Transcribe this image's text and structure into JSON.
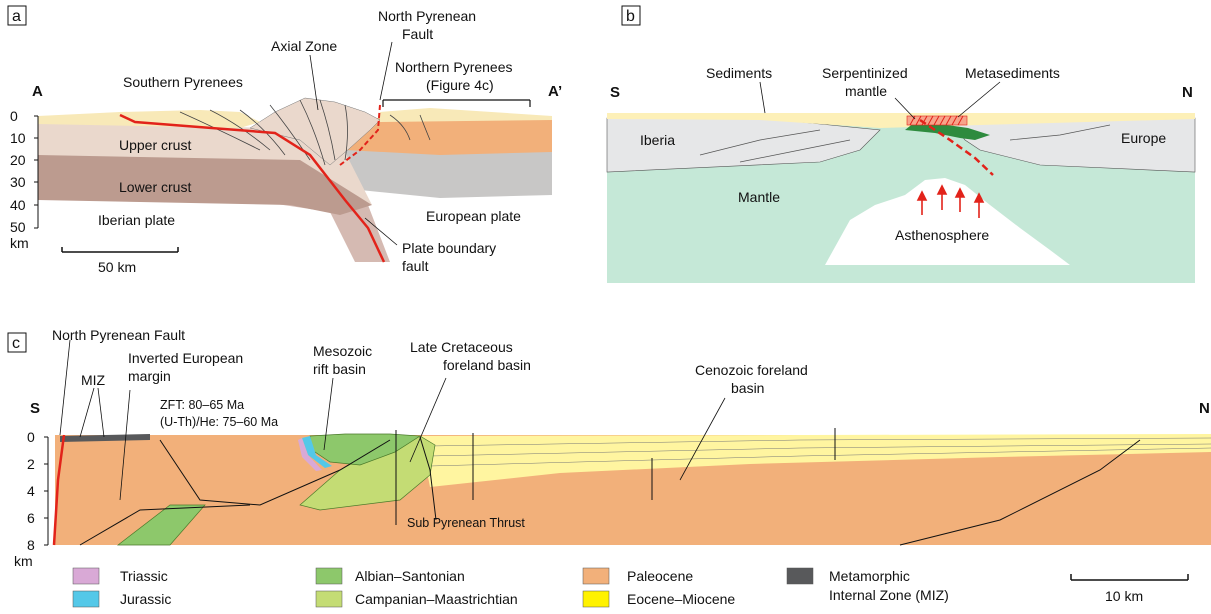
{
  "panel_a": {
    "letter": "a",
    "end_left": "A",
    "end_right": "A’",
    "labels": {
      "southern_pyrenees": "Southern Pyrenees",
      "axial_zone": "Axial Zone",
      "north_pyrenean_fault_1": "North Pyrenean",
      "north_pyrenean_fault_2": "Fault",
      "northern_pyrenees_1": "Northern Pyrenees",
      "northern_pyrenees_2": "(Figure 4c)",
      "upper_crust": "Upper crust",
      "lower_crust": "Lower crust",
      "iberian_plate": "Iberian plate",
      "european_plate": "European plate",
      "plate_boundary_1": "Plate boundary",
      "plate_boundary_2": "fault"
    },
    "depth_ticks": [
      "0",
      "10",
      "20",
      "30",
      "40",
      "50"
    ],
    "depth_unit": "km",
    "scale_bar": "50 km"
  },
  "panel_b": {
    "letter": "b",
    "end_left": "S",
    "end_right": "N",
    "labels": {
      "sediments": "Sediments",
      "serpentinized_1": "Serpentinized",
      "serpentinized_2": "mantle",
      "metasediments": "Metasediments",
      "iberia": "Iberia",
      "europe": "Europe",
      "mantle": "Mantle",
      "asthenosphere": "Asthenosphere"
    }
  },
  "panel_c": {
    "letter": "c",
    "end_left": "S",
    "end_right": "N",
    "labels": {
      "npf": "North Pyrenean Fault",
      "miz": "MIZ",
      "inverted_1": "Inverted European",
      "inverted_2": "margin",
      "zft": "ZFT: 80–65 Ma",
      "uthe": "(U-Th)/He: 75–60 Ma",
      "mesozoic_1": "Mesozoic",
      "mesozoic_2": "rift basin",
      "late_cret_1": "Late Cretaceous",
      "late_cret_2": "foreland basin",
      "cenozoic_1": "Cenozoic foreland",
      "cenozoic_2": "basin",
      "spt": "Sub Pyrenean Thrust"
    },
    "depth_ticks": [
      "0",
      "2",
      "4",
      "6",
      "8"
    ],
    "depth_unit": "km",
    "scale_bar": "10 km"
  },
  "legend": {
    "items": [
      {
        "label": "Triassic",
        "color": "#d9a9d6"
      },
      {
        "label": "Jurassic",
        "color": "#54c8e8"
      },
      {
        "label": "Albian–Santonian",
        "color": "#8dc86b"
      },
      {
        "label": "Campanian–Maastrichtian",
        "color": "#c4dc74"
      },
      {
        "label": "Paleocene",
        "color": "#f2b07a"
      },
      {
        "label": "Eocene–Miocene",
        "color": "#fff200"
      },
      {
        "label_1": "Metamorphic",
        "label_2": "Internal Zone (MIZ)",
        "color": "#58595b"
      }
    ]
  }
}
